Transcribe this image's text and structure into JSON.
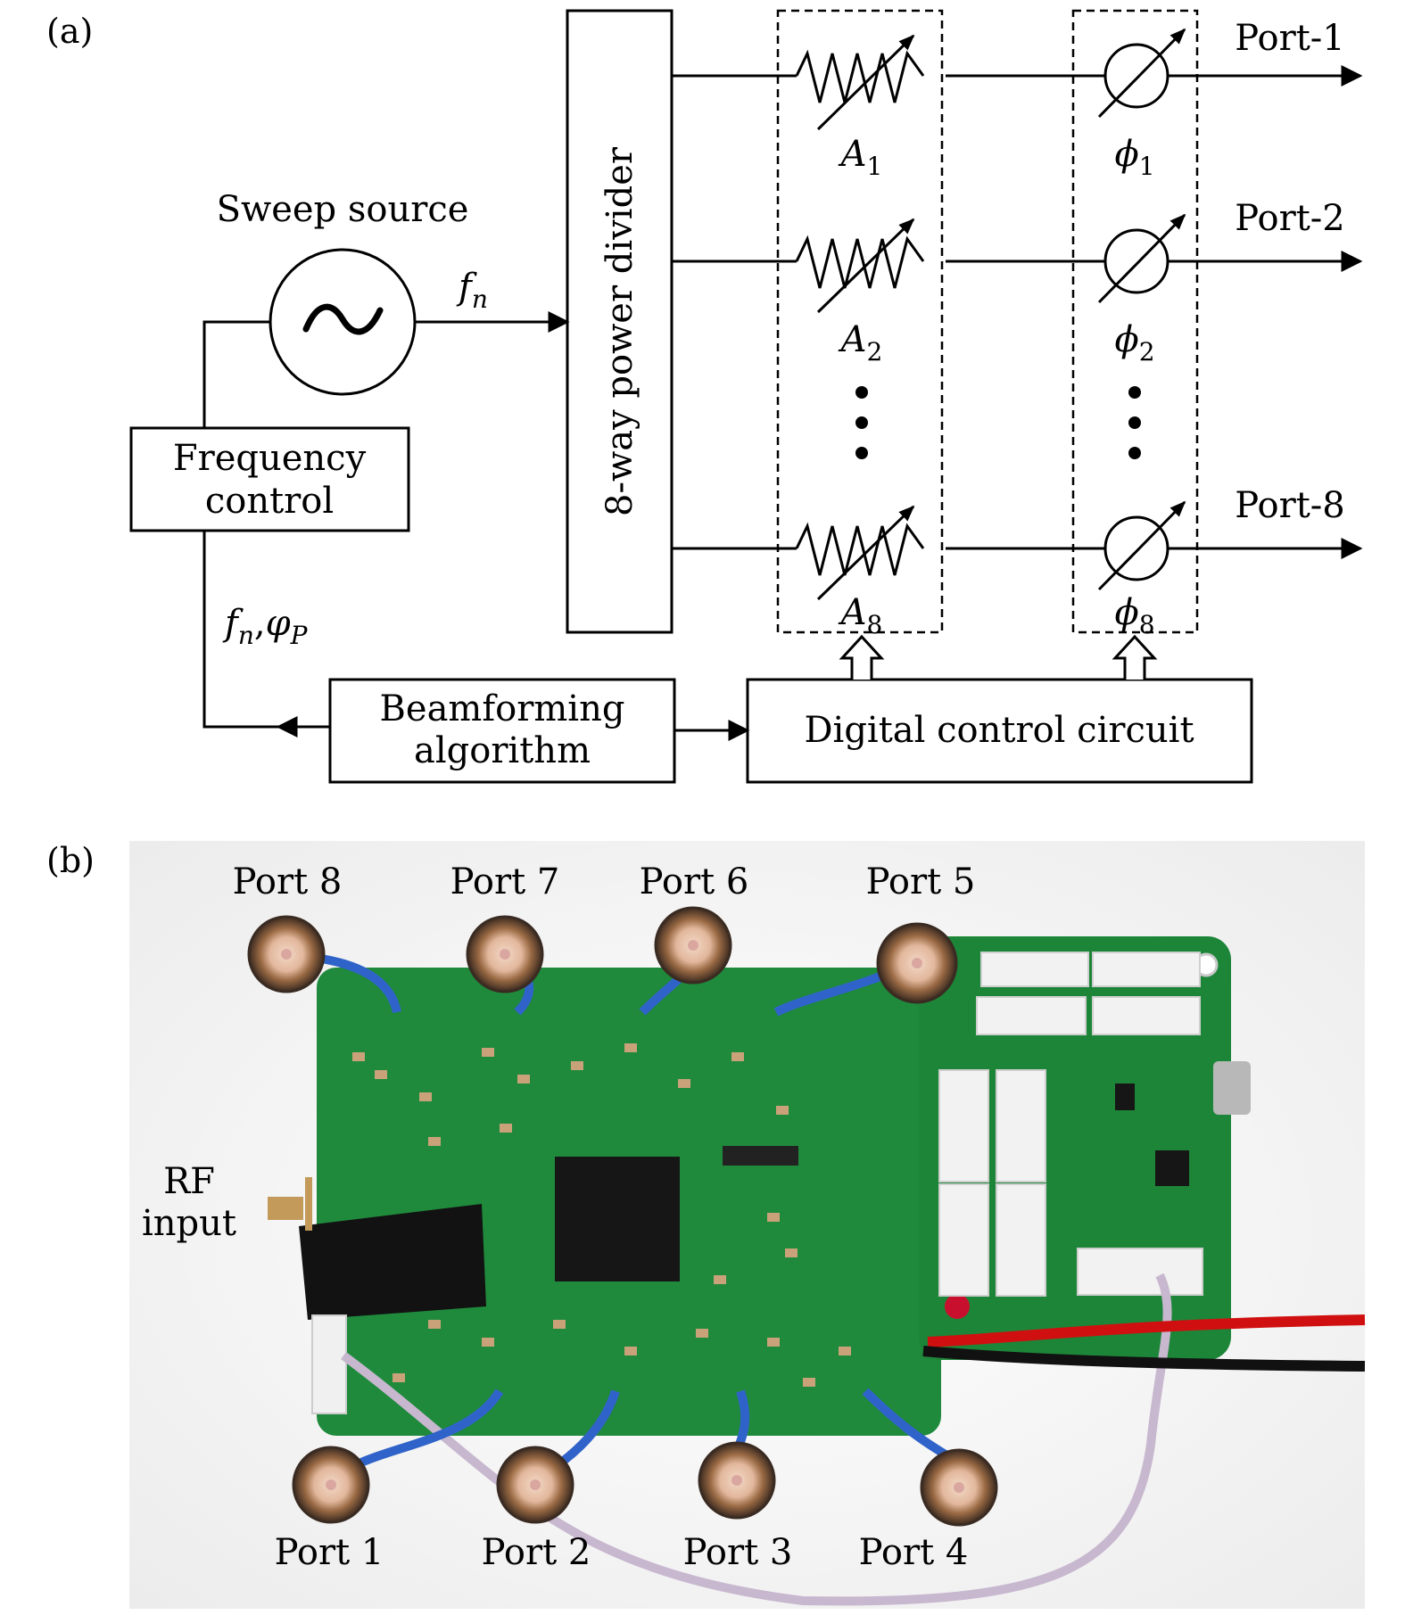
{
  "panel_a": {
    "label": "(a)",
    "sweep_source": {
      "label": "Sweep source",
      "symbol": "~"
    },
    "freq_label_fn": "f",
    "freq_label_fn_sub": "n",
    "frequency_control": {
      "line1": "Frequency",
      "line2": "control"
    },
    "feedback_label": {
      "f": "f",
      "f_sub": "n",
      "sep": ",",
      "phi": "φ",
      "phi_sub": "P"
    },
    "power_divider": "8-way power divider",
    "attenuators": [
      {
        "sym": "A",
        "sub": "1"
      },
      {
        "sym": "A",
        "sub": "2"
      },
      {
        "sym": "A",
        "sub": "8"
      }
    ],
    "phase_shifters": [
      {
        "sym": "ϕ",
        "sub": "1"
      },
      {
        "sym": "ϕ",
        "sub": "2"
      },
      {
        "sym": "ϕ",
        "sub": "8"
      }
    ],
    "ports": [
      "Port-1",
      "Port-2",
      "Port-8"
    ],
    "beamforming": {
      "line1": "Beamforming",
      "line2": "algorithm"
    },
    "digital_control": "Digital control circuit"
  },
  "panel_b": {
    "label": "(b)",
    "top_ports": [
      "Port 8",
      "Port 7",
      "Port 6",
      "Port 5"
    ],
    "bottom_ports": [
      "Port 1",
      "Port 2",
      "Port 3",
      "Port 4"
    ],
    "rf_input": {
      "line1": "RF",
      "line2": "input"
    },
    "colors": {
      "pcb": "#1f8a3c",
      "pcb_dark": "#15662b",
      "connector": "#b98a5c",
      "chip": "#161616",
      "cable_blue": "#2f63c9"
    }
  }
}
